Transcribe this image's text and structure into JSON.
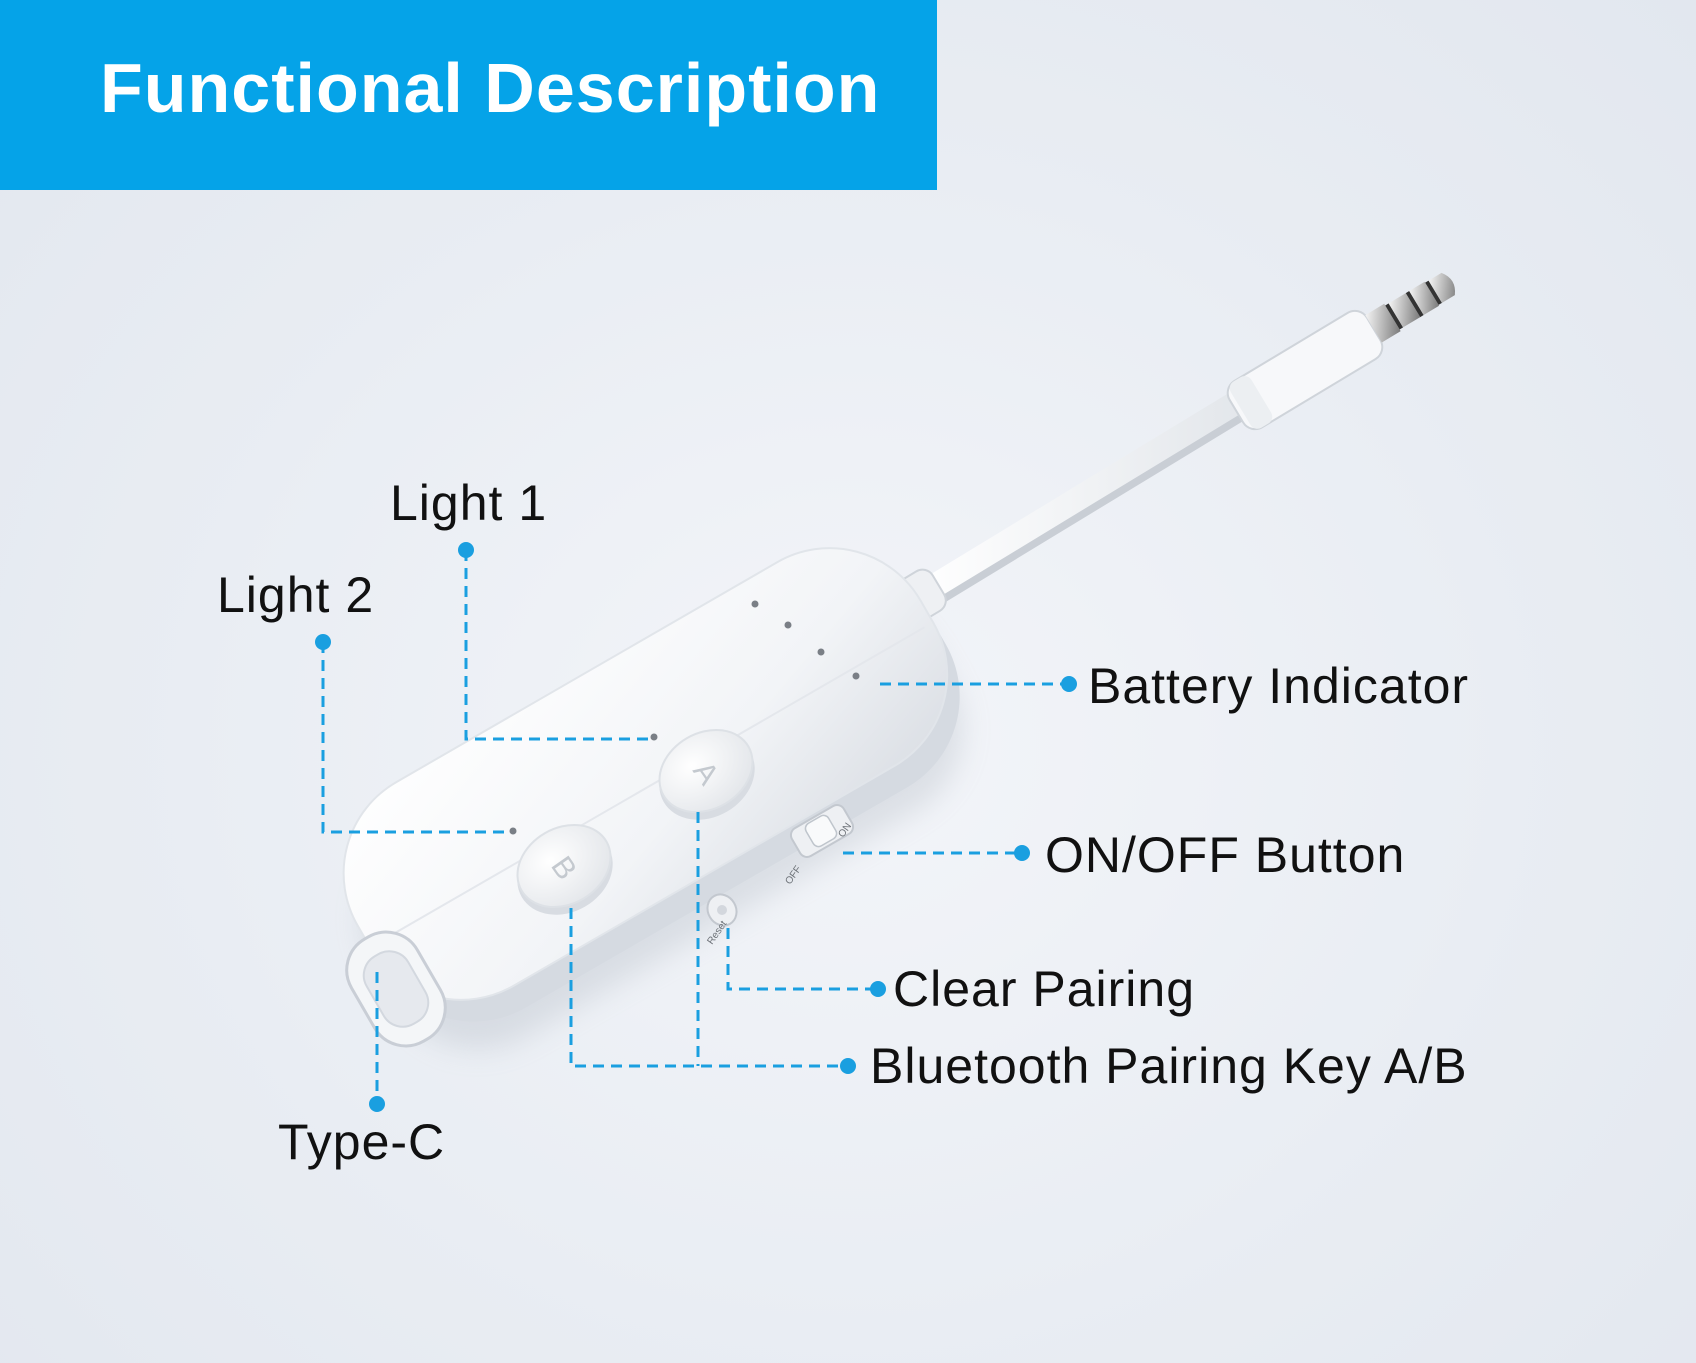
{
  "title": "Functional Description",
  "callouts": {
    "light1": "Light 1",
    "light2": "Light 2",
    "battery": "Battery Indicator",
    "onoff": "ON/OFF Button",
    "clear": "Clear Pairing",
    "pairing_key": "Bluetooth Pairing Key A/B",
    "typec": "Type-C"
  },
  "device": {
    "button_a": "A",
    "button_b": "B",
    "reset_label": "Reset",
    "switch_off": "OFF",
    "switch_on": "ON"
  },
  "colors": {
    "accent": "#05a3e8",
    "callout_line": "#1a9fe0",
    "label_text": "#111111"
  }
}
